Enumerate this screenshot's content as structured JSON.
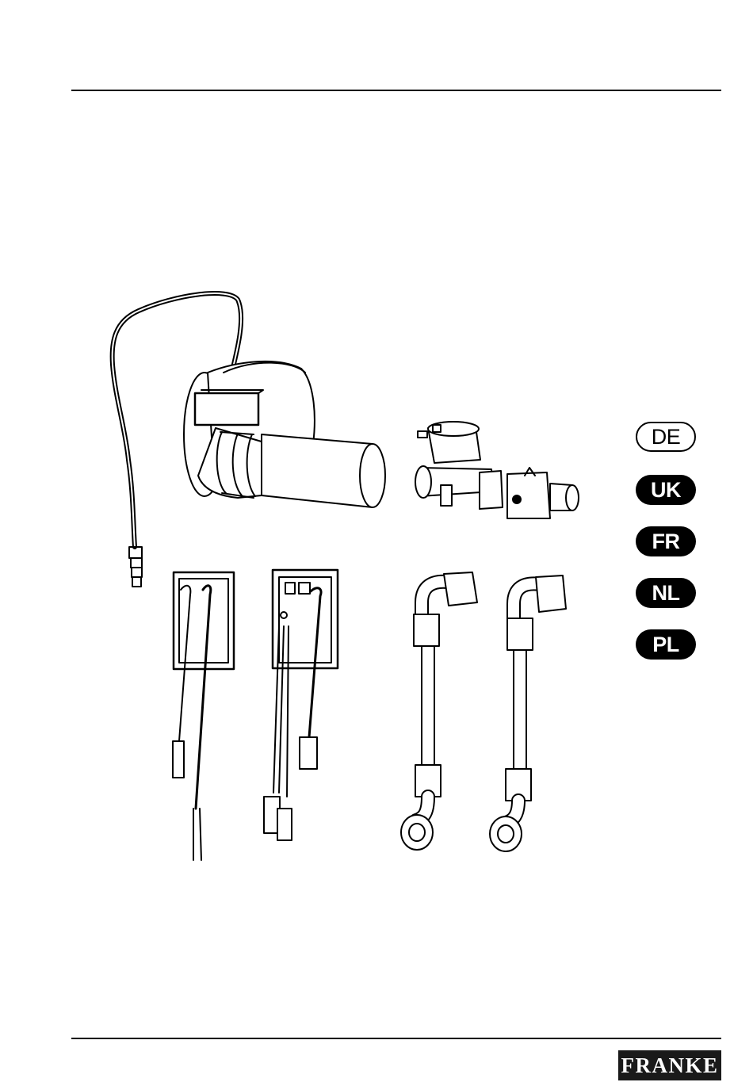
{
  "languages": [
    {
      "code": "DE",
      "style": "outline"
    },
    {
      "code": "UK",
      "style": "filled"
    },
    {
      "code": "FR",
      "style": "filled"
    },
    {
      "code": "NL",
      "style": "filled"
    },
    {
      "code": "PL",
      "style": "filled"
    }
  ],
  "brand": {
    "logo_text": "FRANKE"
  },
  "colors": {
    "ink": "#000000",
    "paper": "#ffffff",
    "logo_bg": "#1a1a1a"
  }
}
